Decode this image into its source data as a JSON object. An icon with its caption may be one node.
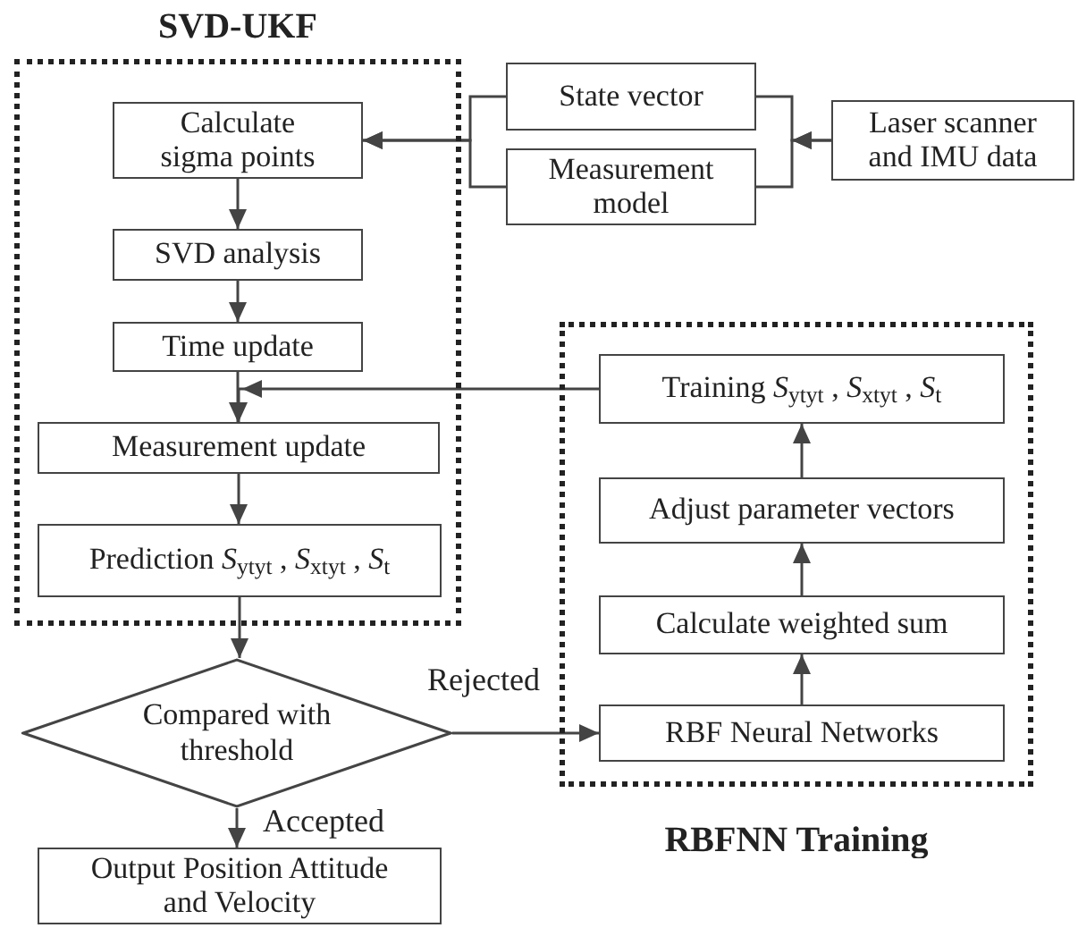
{
  "diagram": {
    "nodes": [
      {
        "text": [
          "SVD-UKF"
        ]
      },
      {
        "text": [
          "Calculate sigma points"
        ],
        "in": 0
      },
      {
        "text": [
          "SVD analysis"
        ],
        "in": 0
      },
      {
        "text": [
          "Time update"
        ],
        "in": 0
      },
      {
        "text": [
          "Measurement update"
        ],
        "in": 0
      },
      {
        "text": [
          "Prediction *S*$_{ytyt}$ , *S*$_{xtyt}$ , *S*$_{t}$"
        ],
        "in": 0
      },
      {
        "text": [
          "State vector"
        ]
      },
      {
        "text": [
          "Measurement model"
        ]
      },
      {
        "text": [
          "Laser scanner and IMU data"
        ]
      },
      {
        "text": [
          "RBFNN Training"
        ]
      },
      {
        "text": [
          "Training *S*$_{ytyt}$ , *S*$_{xtyt}$ , *S*$_{t}$"
        ],
        "in": 9
      },
      {
        "text": [
          "Adjust parameter vectors"
        ],
        "in": 9
      },
      {
        "text": [
          "Calculate weighted sum"
        ],
        "in": 9
      },
      {
        "text": [
          "RBF Neural Networks"
        ],
        "in": 9
      },
      {
        "text": [
          "Compared with threshold"
        ]
      },
      {
        "text": [
          "Output Position Attitude and Velocity"
        ]
      }
    ],
    "edges": [
      {
        "from": 6,
        "to": 1,
        "arrow": "to"
      },
      {
        "from": 7,
        "to": 1,
        "arrow": "to"
      },
      {
        "from": 8,
        "to": 6,
        "arrow": "to"
      },
      {
        "from": 8,
        "to": 7,
        "arrow": "to"
      },
      {
        "from": 1,
        "to": 2,
        "arrow": "to"
      },
      {
        "from": 2,
        "to": 3,
        "arrow": "to"
      },
      {
        "from": 3,
        "to": 4,
        "arrow": "to"
      },
      {
        "from": 4,
        "to": 5,
        "arrow": "to"
      },
      {
        "from": 5,
        "to": 14,
        "arrow": "to"
      },
      {
        "from": 14,
        "to": 15,
        "arrow": "to",
        "label": "Accepted"
      },
      {
        "from": 14,
        "to": 13,
        "arrow": "to",
        "label": "Rejected"
      },
      {
        "from": 13,
        "to": 12,
        "arrow": "to"
      },
      {
        "from": 12,
        "to": 11,
        "arrow": "to"
      },
      {
        "from": 11,
        "to": 10,
        "arrow": "to"
      },
      {
        "from": 10,
        "to": 4,
        "arrow": "to"
      }
    ]
  }
}
